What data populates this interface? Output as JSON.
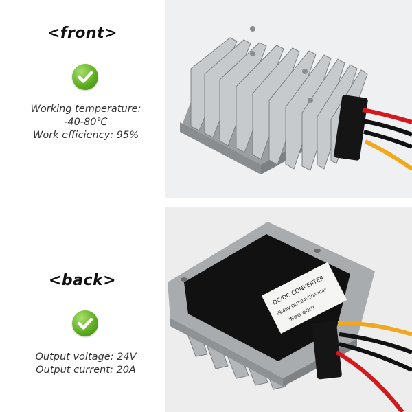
{
  "front": {
    "heading": "<front>",
    "spec_line_1": "Working temperature:",
    "spec_line_2": "-40-80℃",
    "spec_line_3": "Work efficiency: 95%"
  },
  "back": {
    "heading": "<back>",
    "spec_line_1": "Output voltage: 24V",
    "spec_line_2": "Output current: 20A",
    "label_line_1": "DC/DC CONVERTER",
    "label_line_2": "IN:48V  OUT:24V20A max",
    "label_line_3": "IN⊕⊖ ⊕OUT"
  },
  "colors": {
    "check_green": "#5aaa1e",
    "wire_red": "#d4181c",
    "wire_yellow": "#f2a81c",
    "wire_black": "#111111",
    "heatsink_gray": "#a9acaf"
  },
  "icons": [
    "check-icon"
  ]
}
